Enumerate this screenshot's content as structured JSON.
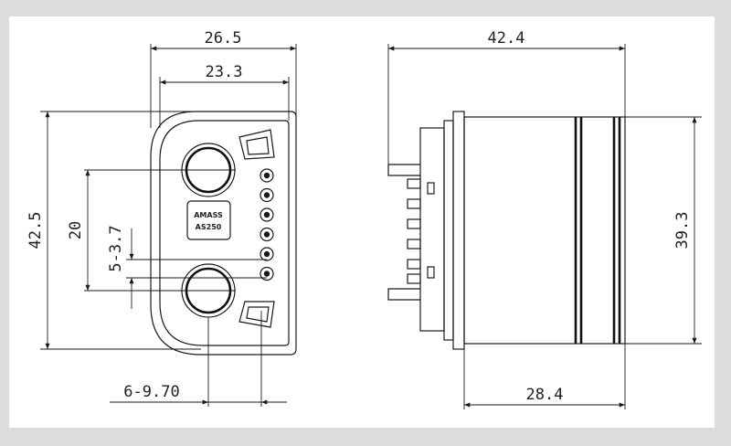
{
  "dimensions": {
    "front_width_outer": "26.5",
    "front_width_inner": "23.3",
    "front_height": "42.5",
    "pin_spacing": "20",
    "small_pin": "5-3.7",
    "pin_diameter": "6-9.70",
    "side_length": "42.4",
    "side_height": "39.3",
    "side_body_length": "28.4"
  },
  "housing_label": {
    "line1": "AMASS",
    "line2": "AS250"
  },
  "colors": {
    "background": "#dcdcdc",
    "paper": "#ffffff",
    "line": "#1a1a1a"
  }
}
